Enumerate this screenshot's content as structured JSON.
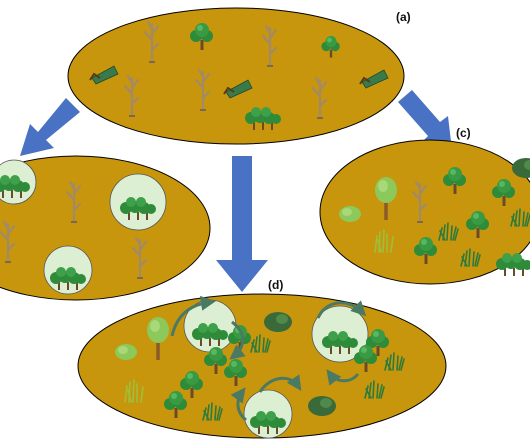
{
  "panels": [
    {
      "id": "a",
      "label": "(a)"
    },
    {
      "id": "b",
      "label": ""
    },
    {
      "id": "c",
      "label": "(c)"
    },
    {
      "id": "d",
      "label": "(d)"
    }
  ],
  "colors": {
    "ground": "#c8960c",
    "ground_stroke": "#000000",
    "arrow": "#4a72c4",
    "tree_canopy": "#2e8b3a",
    "tree_canopy_light": "#52b45a",
    "trunk": "#6b4a2a",
    "dead_tree": "#a08a6a",
    "grass": "#2f7a3a",
    "grass_yellow": "#9fbf3a",
    "bush": "#8cc85a",
    "circle_fill": "#dcefd2",
    "loop_arrow": "#4a7a64",
    "log": "#3a7a4a"
  },
  "icons": [
    "dead-tree-icon",
    "tree-icon",
    "tree-cluster-icon",
    "felled-log-icon",
    "shrub-icon",
    "grass-tuft-icon",
    "cycle-arrow-icon"
  ]
}
